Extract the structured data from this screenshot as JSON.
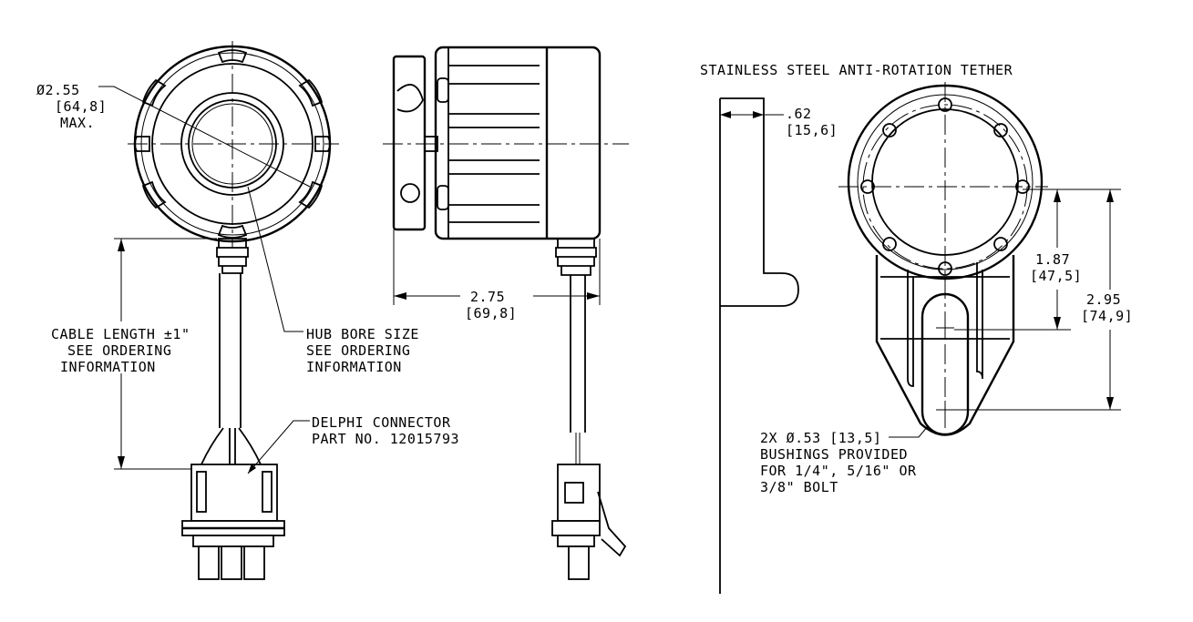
{
  "labels": {
    "diameter_value": "Ø2.55",
    "diameter_metric": "[64,8]",
    "diameter_note": "MAX.",
    "cable_line1": "CABLE LENGTH ±1\"",
    "cable_line2": "SEE ORDERING",
    "cable_line3": "INFORMATION",
    "hub_line1": "HUB BORE SIZE",
    "hub_line2": "SEE ORDERING",
    "hub_line3": "INFORMATION",
    "delphi_line1": "DELPHI CONNECTOR",
    "delphi_line2": "PART NO. 12015793",
    "depth_value": "2.75",
    "depth_metric": "[69,8]",
    "tether_title": "STAINLESS STEEL ANTI-ROTATION TETHER",
    "offset_value": ".62",
    "offset_metric": "[15,6]",
    "slot1_value": "1.87",
    "slot1_metric": "[47,5]",
    "slot2_value": "2.95",
    "slot2_metric": "[74,9]",
    "bushing_line1": "2X Ø.53 [13,5]",
    "bushing_line2": "BUSHINGS PROVIDED",
    "bushing_line3": "FOR 1/4\", 5/16\" OR",
    "bushing_line4": "3/8\" BOLT"
  }
}
